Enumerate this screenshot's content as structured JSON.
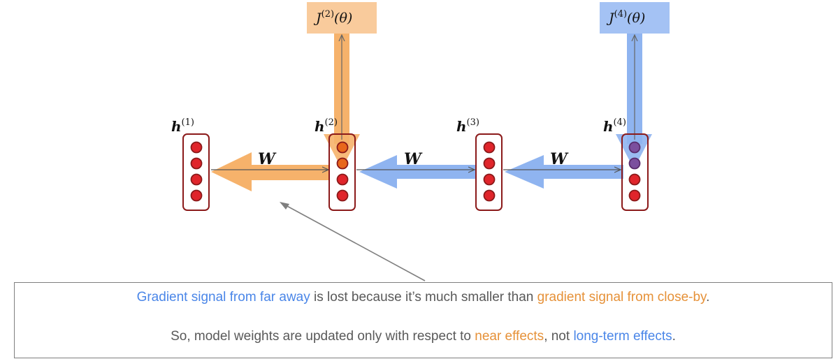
{
  "colors": {
    "orange_fill": "#f6b26b",
    "blue_fill": "#8fb4f0",
    "node_fill": "#e0252b",
    "node_border": "#8b1a1a",
    "text_blue": "#4a86e8",
    "text_orange": "#e69138"
  },
  "hidden_states": [
    {
      "base": "h",
      "sup": "(1)"
    },
    {
      "base": "h",
      "sup": "(2)"
    },
    {
      "base": "h",
      "sup": "(3)"
    },
    {
      "base": "h",
      "sup": "(4)"
    }
  ],
  "losses": [
    {
      "base": "J",
      "sup": "(2)",
      "arg": "(θ)",
      "color": "orange"
    },
    {
      "base": "J",
      "sup": "(4)",
      "arg": "(θ)",
      "color": "blue"
    }
  ],
  "weights": [
    {
      "label": "W"
    },
    {
      "label": "W"
    },
    {
      "label": "W"
    }
  ],
  "note": {
    "line1": {
      "blue": "Gradient signal from far away",
      "mid": " is lost because it’s much smaller than ",
      "orange": "gradient signal from close-by",
      "end": "."
    },
    "line2": {
      "start": "So, model weights are updated only with respect to ",
      "orange": "near effects",
      "mid": ", not ",
      "blue": "long-term effects",
      "end": "."
    }
  }
}
